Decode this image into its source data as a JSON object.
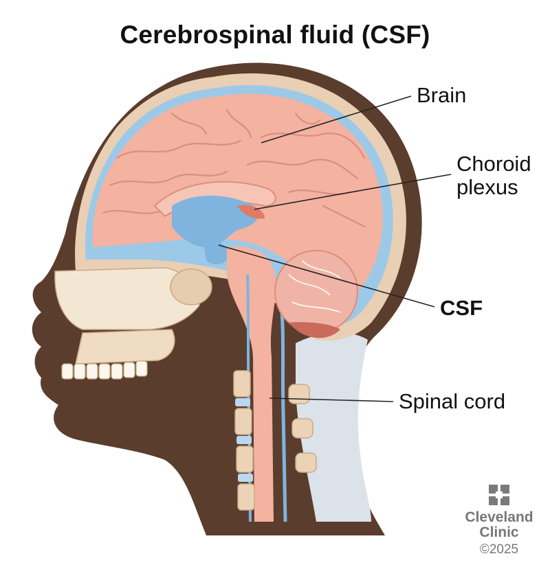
{
  "title": "Cerebrospinal fluid (CSF)",
  "labels": {
    "brain": "Brain",
    "choroid_line1": "Choroid",
    "choroid_line2": "plexus",
    "csf": "CSF",
    "spinal_cord": "Spinal cord"
  },
  "logo": {
    "icon": "cleveland-clinic-logo-icon",
    "brand_line1": "Cleveland",
    "brand_line2": "Clinic",
    "copyright": "©2025"
  },
  "colors": {
    "skin": "#5a3d2d",
    "brain": "#f4b2a0",
    "csf": "#9cc9e8",
    "skull": "#e9cfb3",
    "bone": "#f3e7d4"
  }
}
